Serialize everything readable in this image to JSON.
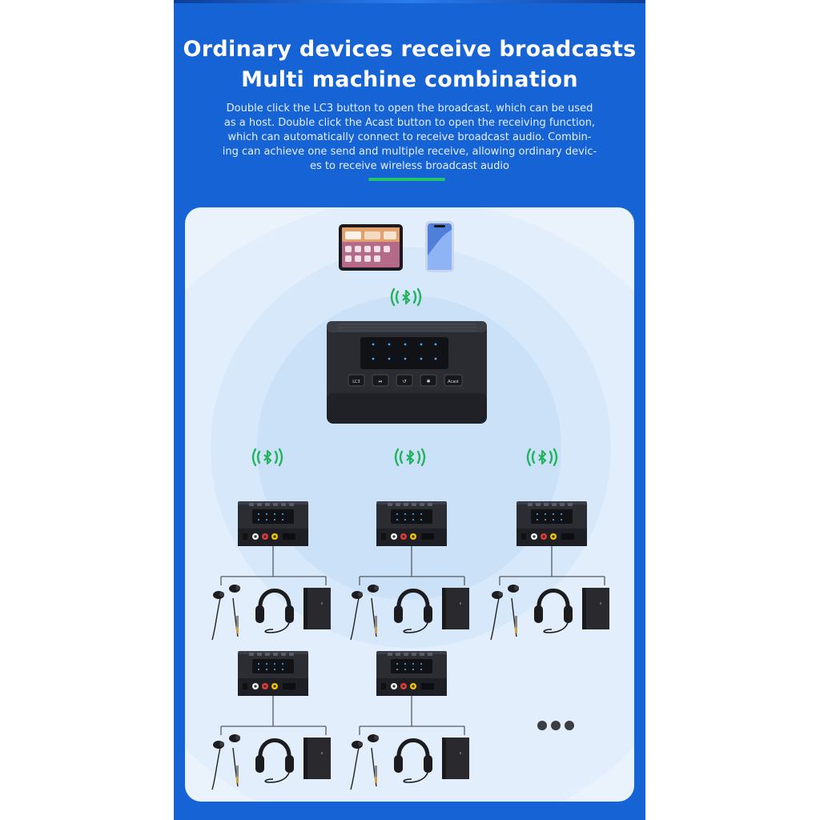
{
  "heading": {
    "line1": "Ordinary devices receive broadcasts",
    "line2": "Multi machine combination"
  },
  "description": {
    "lines": [
      "Double click the LC3 button to open the broadcast, which can be used",
      "as a host. Double click the Acast button to open the receiving function,",
      "which can automatically connect to receive broadcast audio. Combin-",
      "ing can achieve one send and multiple receive, allowing ordinary devic-",
      "es to receive wireless broadcast audio"
    ]
  },
  "host_device": {
    "buttons": [
      "LC3",
      "⏯",
      "↺",
      "✱",
      "Acast"
    ]
  },
  "colors": {
    "panel_blue": "#1663d6",
    "accent_green": "#22c36a",
    "card_bg": "#eaf3fc",
    "device_body": "#2b2d33"
  },
  "icons": [
    "tablet-icon",
    "smartphone-icon",
    "bluetooth-icon",
    "earphones-icon",
    "headphones-icon",
    "speaker-icon",
    "more-dots-icon"
  ]
}
